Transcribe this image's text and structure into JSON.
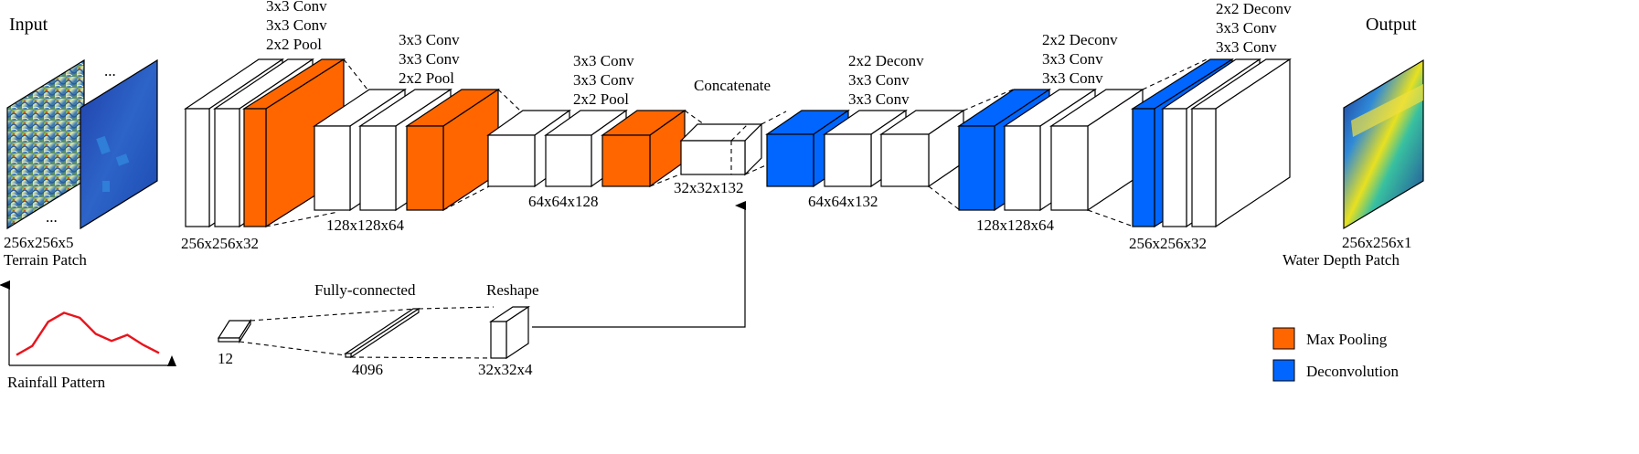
{
  "colors": {
    "max_pooling": "#ff6600",
    "deconvolution": "#0066ff",
    "rainfall_curve": "#e8141c"
  },
  "input": {
    "title": "Input",
    "ellipsis_top": "...",
    "ellipsis_bottom": "...",
    "dims": "256x256x5",
    "caption": "Terrain Patch"
  },
  "output": {
    "title": "Output",
    "dims": "256x256x1",
    "caption": "Water Depth Patch"
  },
  "encoder": {
    "block1": {
      "ops": [
        "3x3 Conv",
        "3x3 Conv",
        "2x2 Pool"
      ],
      "dims": "256x256x32"
    },
    "block2": {
      "ops": [
        "3x3 Conv",
        "3x3 Conv",
        "2x2 Pool"
      ],
      "dims": "128x128x64"
    },
    "block3": {
      "ops": [
        "3x3 Conv",
        "3x3 Conv",
        "2x2 Pool"
      ],
      "dims": "64x64x128"
    }
  },
  "concat": {
    "label": "Concatenate",
    "dims": "32x32x132"
  },
  "decoder": {
    "block1": {
      "ops": [
        "2x2 Deconv",
        "3x3 Conv",
        "3x3 Conv"
      ],
      "dims": "64x64x132"
    },
    "block2": {
      "ops": [
        "2x2 Deconv",
        "3x3 Conv",
        "3x3 Conv"
      ],
      "dims": "128x128x64"
    },
    "block3": {
      "ops": [
        "2x2 Deconv",
        "3x3 Conv",
        "3x3 Conv"
      ],
      "dims": "256x256x32"
    }
  },
  "rainfall": {
    "caption": "Rainfall Pattern",
    "input_size": "12",
    "fc_label": "Fully-connected",
    "fc_size": "4096",
    "reshape_label": "Reshape",
    "reshape_dims": "32x32x4",
    "curve": [
      0.08,
      0.26,
      0.74,
      0.92,
      0.82,
      0.5,
      0.36,
      0.48,
      0.28,
      0.12
    ]
  },
  "legend": [
    {
      "label": "Max Pooling",
      "color": "#ff6600"
    },
    {
      "label": "Deconvolution",
      "color": "#0066ff"
    }
  ]
}
